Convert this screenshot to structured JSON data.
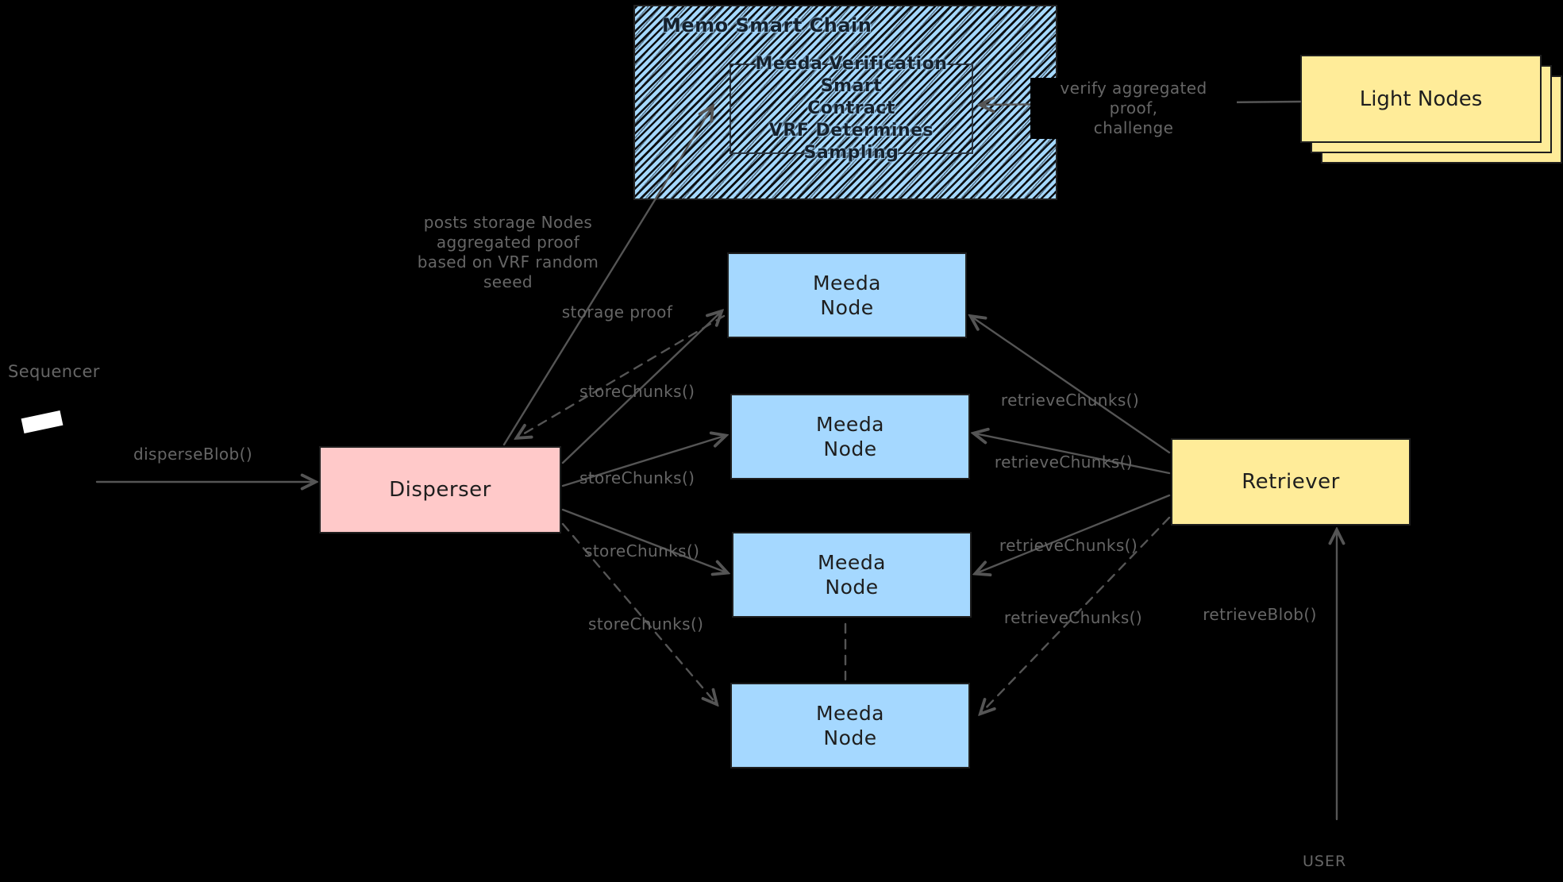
{
  "diagram": {
    "chain": {
      "title": "Memo Smart Chain"
    },
    "contract": {
      "lines": [
        "Meeda Verification Smart",
        "Contract",
        "VRF Determines Sampling"
      ]
    },
    "light_nodes": {
      "label": "Light Nodes"
    },
    "sequencer": {
      "label": "Sequencer"
    },
    "user": {
      "label": "USER"
    },
    "boxes": {
      "disperser": "Disperser",
      "retriever": "Retriever"
    },
    "meeda_nodes": [
      {
        "line1": "Meeda",
        "line2": "Node"
      },
      {
        "line1": "Meeda",
        "line2": "Node"
      },
      {
        "line1": "Meeda",
        "line2": "Node"
      },
      {
        "line1": "Meeda",
        "line2": "Node"
      }
    ],
    "labels": {
      "disperse_blob": "disperseBlob()",
      "store_chunks": "storeChunks()",
      "retrieve_chunks": "retrieveChunks()",
      "retrieve_blob": "retrieveBlob()",
      "storage_proof": "storage proof",
      "verify": [
        "verify aggregated proof,",
        "challenge"
      ],
      "posts_proof": [
        "posts storage Nodes",
        "aggregated proof",
        "based on VRF random",
        "seeed"
      ]
    },
    "colors": {
      "background": "#000000",
      "meeda_node_fill": "#a5d8ff",
      "chain_hatch_fill": "#a5d8ff",
      "disperser_fill": "#ffc9c9",
      "retriever_fill": "#ffec99",
      "light_nodes_fill": "#ffec99",
      "box_stroke": "#1e1e1e",
      "connector_gray": "#555555",
      "label_gray": "#666666"
    }
  }
}
